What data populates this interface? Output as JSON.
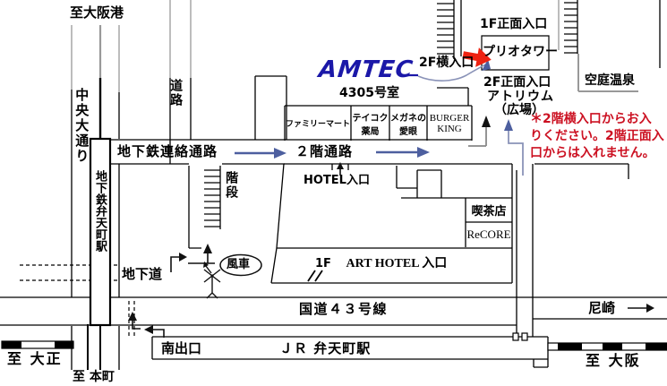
{
  "labels": {
    "to_osaka_port": "至大阪港",
    "chuo_odori": "中央大通り",
    "road": "道路",
    "subway_corridor": "地下鉄連絡通路",
    "subway_station": "地下鉄弁天町駅",
    "stairs": "階段",
    "underpass": "地下道",
    "windmill": "風車",
    "floor2_corridor": "２階通路",
    "hotel_entrance": "HOTEL入口",
    "amtec_logo": "AMTEC",
    "room_no": "4305号室",
    "side_entrance_2f": "2F横入口",
    "front_entrance_1f": "1F正面入口",
    "prio_tower": "プリオタワー",
    "front_entrance_2f": "2F正面入口",
    "atrium": "アトリウム",
    "plaza": "（広場）",
    "soraniwa_onsen": "空庭温泉",
    "kissaten": "喫茶店",
    "recore": "ReCORE",
    "hotel_1f_floor": "1F",
    "hotel_1f_label": "ART HOTEL 入口",
    "route43": "国道４３号線",
    "amagasaki": "尼崎",
    "jr_station": "ＪＲ 弁天町駅",
    "south_exit": "南出口",
    "to_taisho": "至 大正",
    "to_honmachi": "至 本町",
    "to_osaka": "至 大阪"
  },
  "shops": [
    {
      "lines": [
        "ファミリーマート",
        ""
      ]
    },
    {
      "lines": [
        "テイコク",
        "薬局"
      ]
    },
    {
      "lines": [
        "メガネの",
        "愛眼"
      ]
    },
    {
      "lines": [
        "BURGER",
        "KING"
      ]
    }
  ],
  "warning_lines": [
    "＊2階横入口からお入",
    "りください。2階正面入",
    "口からは入れません。"
  ],
  "colors": {
    "logo_blue": "#1b18a8",
    "route_arrow_blue": "#4d5f9f",
    "path_gray": "#8a93b8",
    "warning_red": "#cc1122",
    "highlight_arrow_red": "#ee2211"
  }
}
